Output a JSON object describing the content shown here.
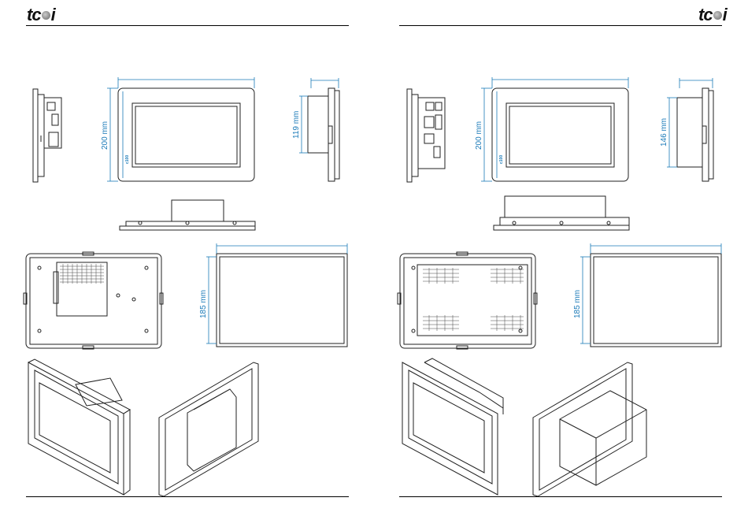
{
  "brand": {
    "logo_text": "tci"
  },
  "left_page": {
    "dims": {
      "height": "200 mm",
      "depth": "119 mm",
      "frame_height": "185 mm"
    },
    "model_label": "c100"
  },
  "right_page": {
    "dims": {
      "height": "200 mm",
      "depth": "146 mm",
      "frame_height": "185 mm"
    },
    "model_label": "c100"
  },
  "colors": {
    "dimension": "#1a7ab8",
    "line": "#222222",
    "rule": "#000000"
  }
}
